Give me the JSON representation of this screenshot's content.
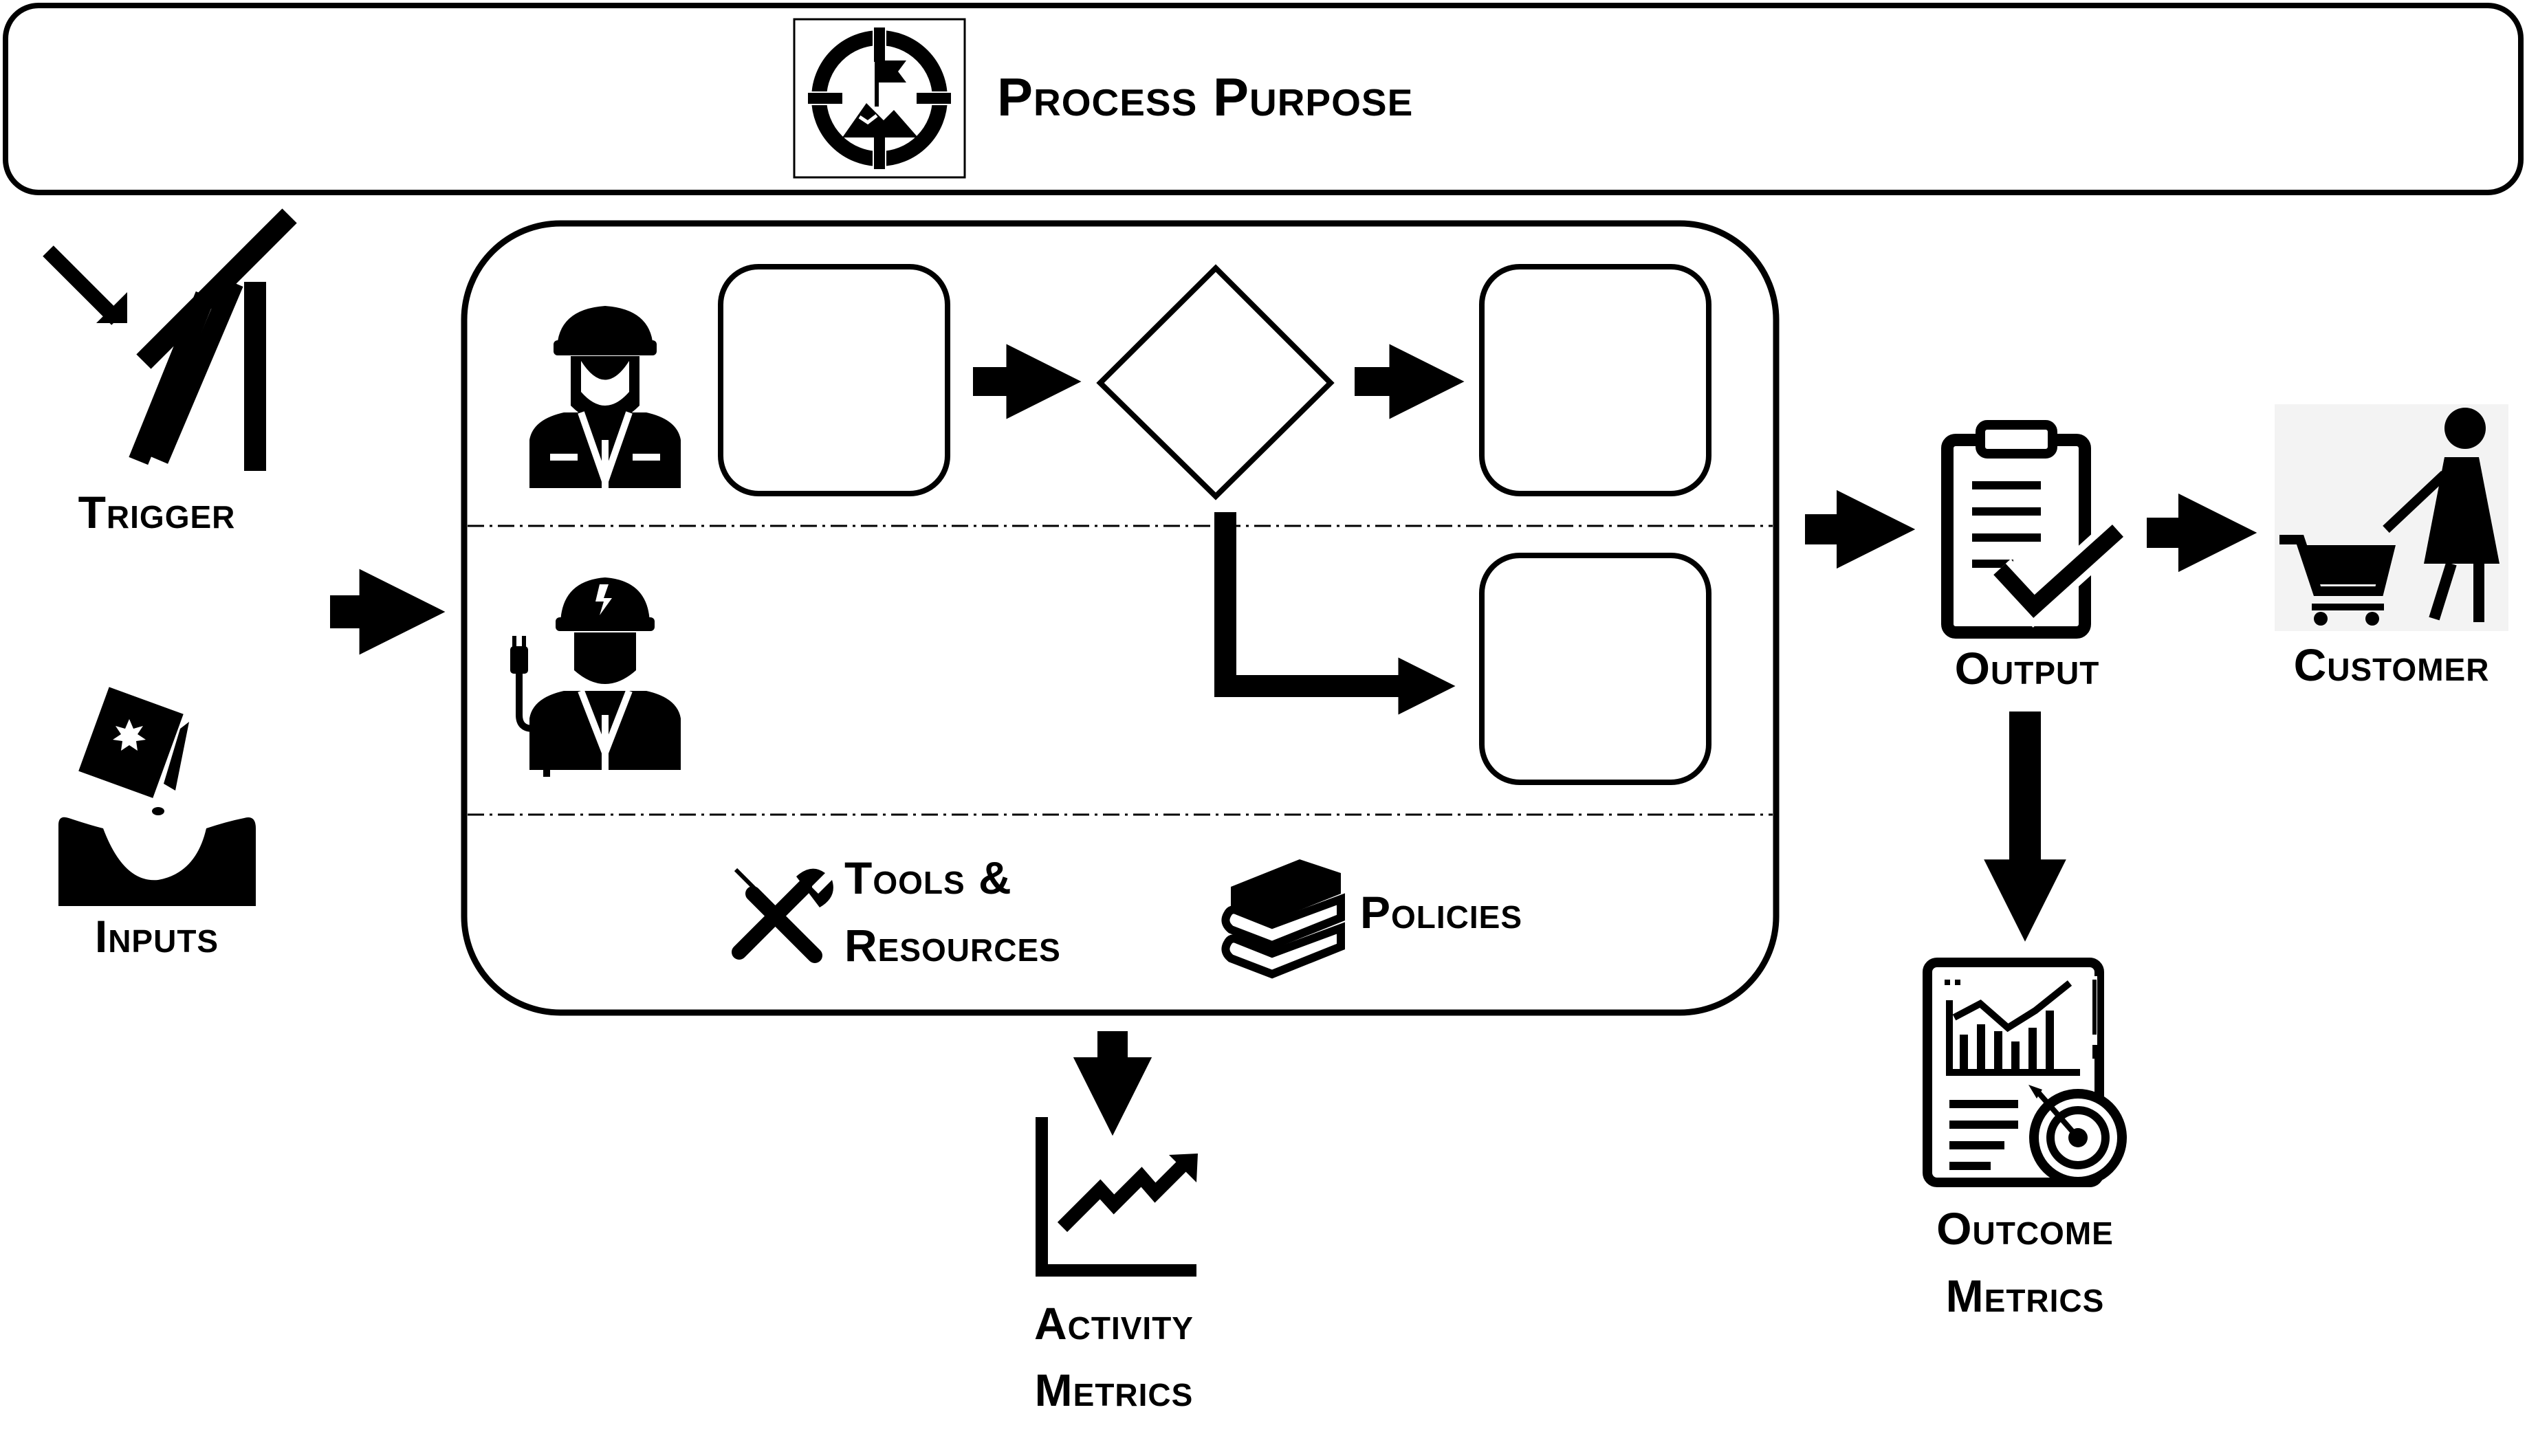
{
  "colors": {
    "ink": "#000000",
    "background": "#ffffff"
  },
  "header": {
    "title": "Process Purpose",
    "icon": "target-flag-icon"
  },
  "trigger": {
    "label": "Trigger",
    "icon": "falling-dominoes-icon"
  },
  "inputs": {
    "label": "Inputs",
    "icon": "seed-pouring-icon"
  },
  "lanes": [
    {
      "role": "female-worker-icon"
    },
    {
      "role": "electrician-icon"
    }
  ],
  "resources": {
    "tools_line1": "Tools &",
    "tools_line2": "Resources",
    "tools_icon": "wrench-screwdriver-icon",
    "policies": "Policies",
    "policies_icon": "book-stack-icon"
  },
  "activity_metrics": {
    "line1": "Activity",
    "line2": "Metrics",
    "icon": "trend-chart-icon"
  },
  "output": {
    "label": "Output",
    "icon": "clipboard-check-icon"
  },
  "customer": {
    "label": "Customer",
    "icon": "shopper-cart-icon"
  },
  "outcome_metrics": {
    "line1": "Outcome",
    "line2": "Metrics",
    "icon": "report-target-icon"
  }
}
